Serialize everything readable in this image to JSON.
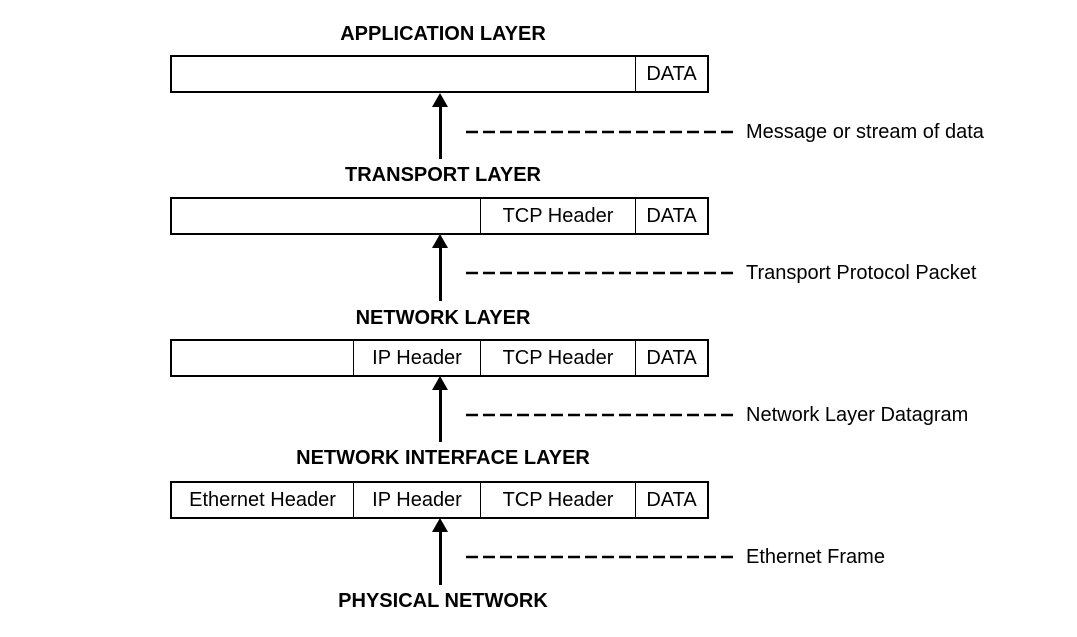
{
  "layers": [
    {
      "title": "APPLICATION LAYER",
      "cells": [
        "",
        "DATA"
      ]
    },
    {
      "title": "TRANSPORT LAYER",
      "cells": [
        "",
        "TCP Header",
        "DATA"
      ]
    },
    {
      "title": "NETWORK LAYER",
      "cells": [
        "",
        "IP Header",
        "TCP Header",
        "DATA"
      ]
    },
    {
      "title": "NETWORK INTERFACE LAYER",
      "cells": [
        "Ethernet Header",
        "IP Header",
        "TCP Header",
        "DATA"
      ]
    }
  ],
  "bottom_title": "PHYSICAL NETWORK",
  "units": [
    "Message or stream of data",
    "Transport Protocol Packet",
    "Network Layer Datagram",
    "Ethernet Frame"
  ]
}
